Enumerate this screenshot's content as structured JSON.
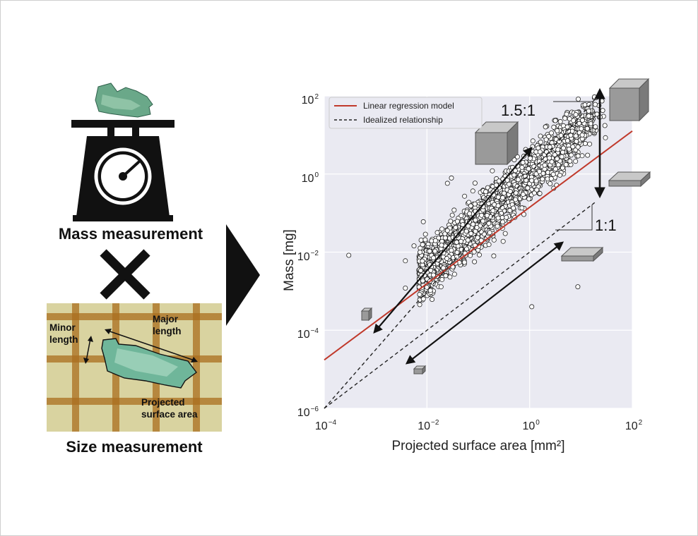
{
  "left": {
    "mass_caption": "Mass measurement",
    "size_caption": "Size measurement",
    "photo_labels": {
      "minor": "Minor\nlength",
      "major": "Major\nlength",
      "area": "Projected\nsurface area"
    }
  },
  "colors": {
    "regression": "#c0392b",
    "plot_background": "#eaeaf2",
    "grid": "#ffffff",
    "marker_edge": "#222222",
    "marker_face": "#ffffff"
  },
  "chart_data": {
    "type": "scatter",
    "xlabel": "Projected surface area [mm²]",
    "ylabel": "Mass [mg]",
    "xscale": "log",
    "yscale": "log",
    "xlim": [
      0.0001,
      100
    ],
    "ylim": [
      1e-06,
      100
    ],
    "xticks": [
      {
        "base": "10",
        "exp": "−4"
      },
      {
        "base": "10",
        "exp": "−2"
      },
      {
        "base": "10",
        "exp": "0"
      },
      {
        "base": "10",
        "exp": "2"
      }
    ],
    "yticks": [
      {
        "base": "10",
        "exp": "−6"
      },
      {
        "base": "10",
        "exp": "−4"
      },
      {
        "base": "10",
        "exp": "−2"
      },
      {
        "base": "10",
        "exp": "0"
      },
      {
        "base": "10",
        "exp": "2"
      }
    ],
    "grid": true,
    "legend_position": "top-left",
    "legend": [
      {
        "label": "Linear regression model",
        "style": "solid",
        "color": "#c0392b"
      },
      {
        "label": "Idealized relationship",
        "style": "dashed",
        "color": "#222222"
      }
    ],
    "regression_line": {
      "x": [
        0.0001,
        100
      ],
      "y": [
        1.74e-05,
        12.6
      ]
    },
    "idealized_lines": [
      {
        "label": "1.5:1",
        "x": [
          0.0001,
          18.5
        ],
        "y": [
          1e-06,
          80
        ]
      },
      {
        "label": "1:1",
        "x": [
          0.0001,
          18.5
        ],
        "y": [
          1e-06,
          0.185
        ]
      }
    ],
    "annotations": [
      "1.5:1",
      "1:1"
    ],
    "outliers": [
      {
        "x": 0.0003,
        "y": 0.0083
      },
      {
        "x": 0.0056,
        "y": 0.0145
      },
      {
        "x": 0.0085,
        "y": 0.06
      },
      {
        "x": 0.025,
        "y": 0.58
      },
      {
        "x": 0.03,
        "y": 0.79
      },
      {
        "x": 0.0038,
        "y": 0.006
      },
      {
        "x": 0.0038,
        "y": 0.0012
      },
      {
        "x": 2.1,
        "y": 7.6
      },
      {
        "x": 10.6,
        "y": 10
      },
      {
        "x": 30,
        "y": 8.5
      },
      {
        "x": 8.7,
        "y": 0.0013
      },
      {
        "x": 0.2,
        "y": 0.008
      },
      {
        "x": 1.1,
        "y": 0.0004
      }
    ],
    "cloud": {
      "n_points": 2100,
      "x_range": [
        0.007,
        30
      ],
      "center_relation": "log10(y) = 1.19*log10(x) - 0.03",
      "log_spread": 0.55,
      "y_floor": 0.0002
    }
  }
}
